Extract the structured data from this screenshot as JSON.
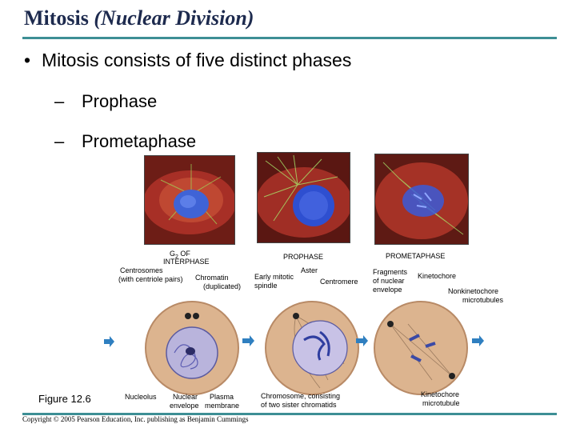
{
  "slide": {
    "title_main": "Mitosis",
    "title_sub": "(Nuclear Division)",
    "bullet": "Mitosis consists of five distinct phases",
    "sub_items": [
      "Prophase",
      "Prometaphase"
    ],
    "figure_label": "Figure 12.6",
    "copyright": "Copyright © 2005 Pearson Education, Inc. publishing as Benjamin Cummings"
  },
  "labels": {
    "g2_a": "G",
    "g2_sub": "2",
    "g2_b": " OF",
    "interphase": "INTERPHASE",
    "centrosomes_1": "Centrosomes",
    "centrosomes_2": "(with centriole pairs)",
    "chromatin_1": "Chromatin",
    "chromatin_2": "(duplicated)",
    "prophase": "PROPHASE",
    "aster": "Aster",
    "early_1": "Early mitotic",
    "early_2": "spindle",
    "centromere": "Centromere",
    "prometaphase": "PROMETAPHASE",
    "fragments_1": "Fragments",
    "fragments_2": "of nuclear",
    "fragments_3": "envelope",
    "kinetochore": "Kinetochore",
    "nonkin_1": "Nonkinetochore",
    "nonkin_2": "microtubules",
    "nucleolus": "Nucleolus",
    "nuclear_env_1": "Nuclear",
    "nuclear_env_2": "envelope",
    "plasma_1": "Plasma",
    "plasma_2": "membrane",
    "chromosome_1": "Chromosome, consisting",
    "chromosome_2": "of two sister chromatids",
    "kmt_1": "Kinetochore",
    "kmt_2": "microtubule"
  },
  "colors": {
    "title": "#1d2a4e",
    "rule": "#3d8f95",
    "cell_fill": "#dcb48f",
    "nucleus_fill": "#b9b4dc",
    "chromosome": "#3b4aa6",
    "arrow": "#2f7fc0"
  }
}
